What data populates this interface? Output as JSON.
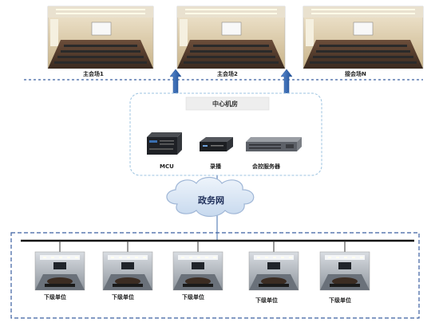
{
  "top_venues": [
    {
      "label": "主会场1"
    },
    {
      "label": "主会场2"
    },
    {
      "label": "接会场N"
    }
  ],
  "center_room": {
    "title": "中心机房",
    "devices": [
      {
        "label": "MCU",
        "icon": "mcu-device-icon"
      },
      {
        "label": "录播",
        "icon": "recorder-device-icon"
      },
      {
        "label": "会控服务器",
        "icon": "control-server-icon"
      }
    ]
  },
  "cloud": {
    "label": "政务网",
    "icon": "cloud-icon"
  },
  "sub_units": [
    {
      "label": "下级单位"
    },
    {
      "label": "下级单位"
    },
    {
      "label": "下级单位"
    },
    {
      "label": "下级单位"
    },
    {
      "label": "下级单位"
    }
  ],
  "colors": {
    "dash_blue": "#3b5fa0",
    "arrow_blue": "#2e5fa8",
    "cloud_fill": "#dbe7f5",
    "cloud_stroke": "#9fb6d6",
    "box_border": "#9cc3e0"
  }
}
